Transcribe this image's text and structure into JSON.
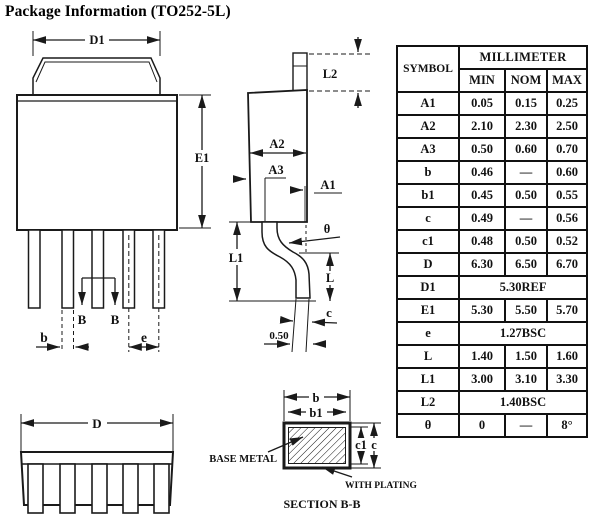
{
  "title": "Package Information (TO252-5L)",
  "views": {
    "front": {
      "d1": "D1",
      "e1": "E1",
      "b_label": "b",
      "section_b_left": "B",
      "section_b_right": "B",
      "e_label": "e"
    },
    "side": {
      "l2": "L2",
      "a2": "A2",
      "a3": "A3",
      "a1": "A1",
      "theta": "θ",
      "l1": "L1",
      "l_label": "L",
      "c_label": "c",
      "tip": "0.50"
    },
    "bottom": {
      "d": "D"
    },
    "section": {
      "b": "b",
      "b1": "b1",
      "c1": "c1",
      "c": "c",
      "base_metal": "BASE METAL",
      "with_plating": "WITH PLATING",
      "caption": "SECTION B-B"
    }
  },
  "table": {
    "header": {
      "symbol": "SYMBOL",
      "unit": "MILLIMETER",
      "min": "MIN",
      "nom": "NOM",
      "max": "MAX"
    },
    "rows": [
      {
        "symbol": "A1",
        "min": "0.05",
        "nom": "0.15",
        "max": "0.25"
      },
      {
        "symbol": "A2",
        "min": "2.10",
        "nom": "2.30",
        "max": "2.50"
      },
      {
        "symbol": "A3",
        "min": "0.50",
        "nom": "0.60",
        "max": "0.70"
      },
      {
        "symbol": "b",
        "min": "0.46",
        "nom": "—",
        "max": "0.60"
      },
      {
        "symbol": "b1",
        "min": "0.45",
        "nom": "0.50",
        "max": "0.55"
      },
      {
        "symbol": "c",
        "min": "0.49",
        "nom": "—",
        "max": "0.56"
      },
      {
        "symbol": "c1",
        "min": "0.48",
        "nom": "0.50",
        "max": "0.52"
      },
      {
        "symbol": "D",
        "min": "6.30",
        "nom": "6.50",
        "max": "6.70"
      },
      {
        "symbol": "D1",
        "span": "5.30REF"
      },
      {
        "symbol": "E1",
        "min": "5.30",
        "nom": "5.50",
        "max": "5.70"
      },
      {
        "symbol": "e",
        "span": "1.27BSC"
      },
      {
        "symbol": "L",
        "min": "1.40",
        "nom": "1.50",
        "max": "1.60"
      },
      {
        "symbol": "L1",
        "min": "3.00",
        "nom": "3.10",
        "max": "3.30"
      },
      {
        "symbol": "L2",
        "span": "1.40BSC"
      },
      {
        "symbol": "θ",
        "min": "0",
        "nom": "—",
        "max": "8°"
      }
    ]
  }
}
